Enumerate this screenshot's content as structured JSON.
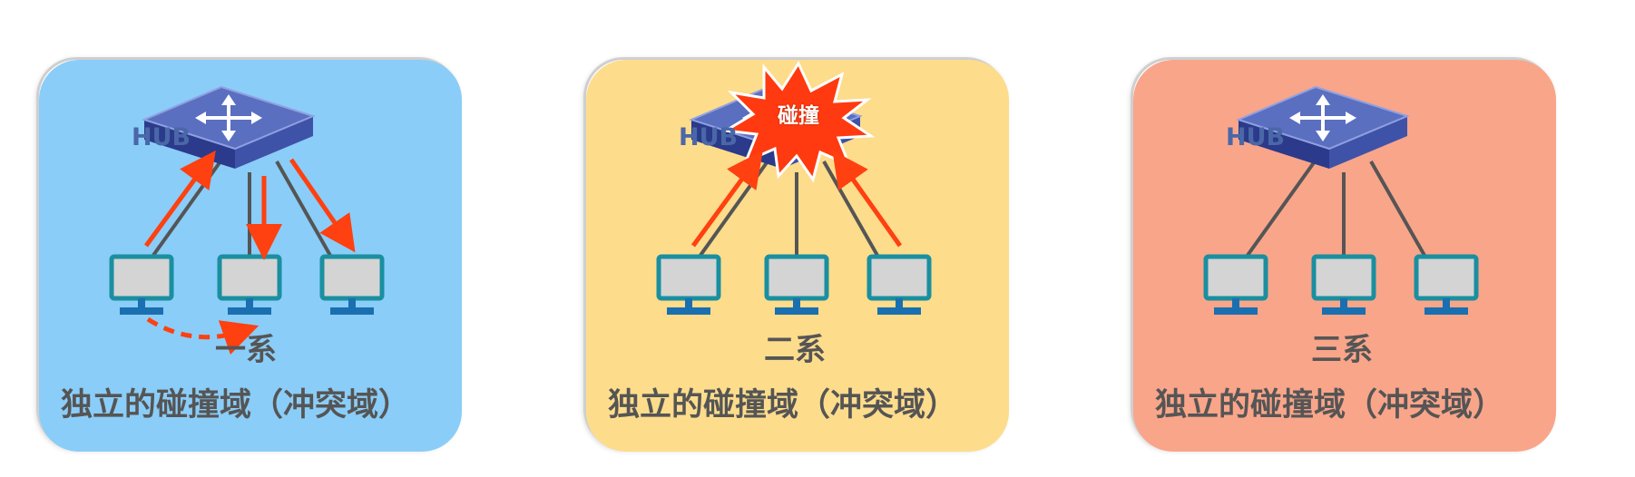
{
  "hub_label": "HUB",
  "collision_text": "碰撞",
  "colors": {
    "panel1": "#8acdf8",
    "panel2": "#fddc8b",
    "panel3": "#f9a58a",
    "arrow": "#ff4010",
    "hub_top": "#5a6fc0",
    "monitor": "#1a8fa0"
  },
  "panels": [
    {
      "system": "一系",
      "domain": "独立的碰撞域（冲突域）"
    },
    {
      "system": "二系",
      "domain": "独立的碰撞域（冲突域）"
    },
    {
      "system": "三系",
      "domain": "独立的碰撞域（冲突域）"
    }
  ]
}
